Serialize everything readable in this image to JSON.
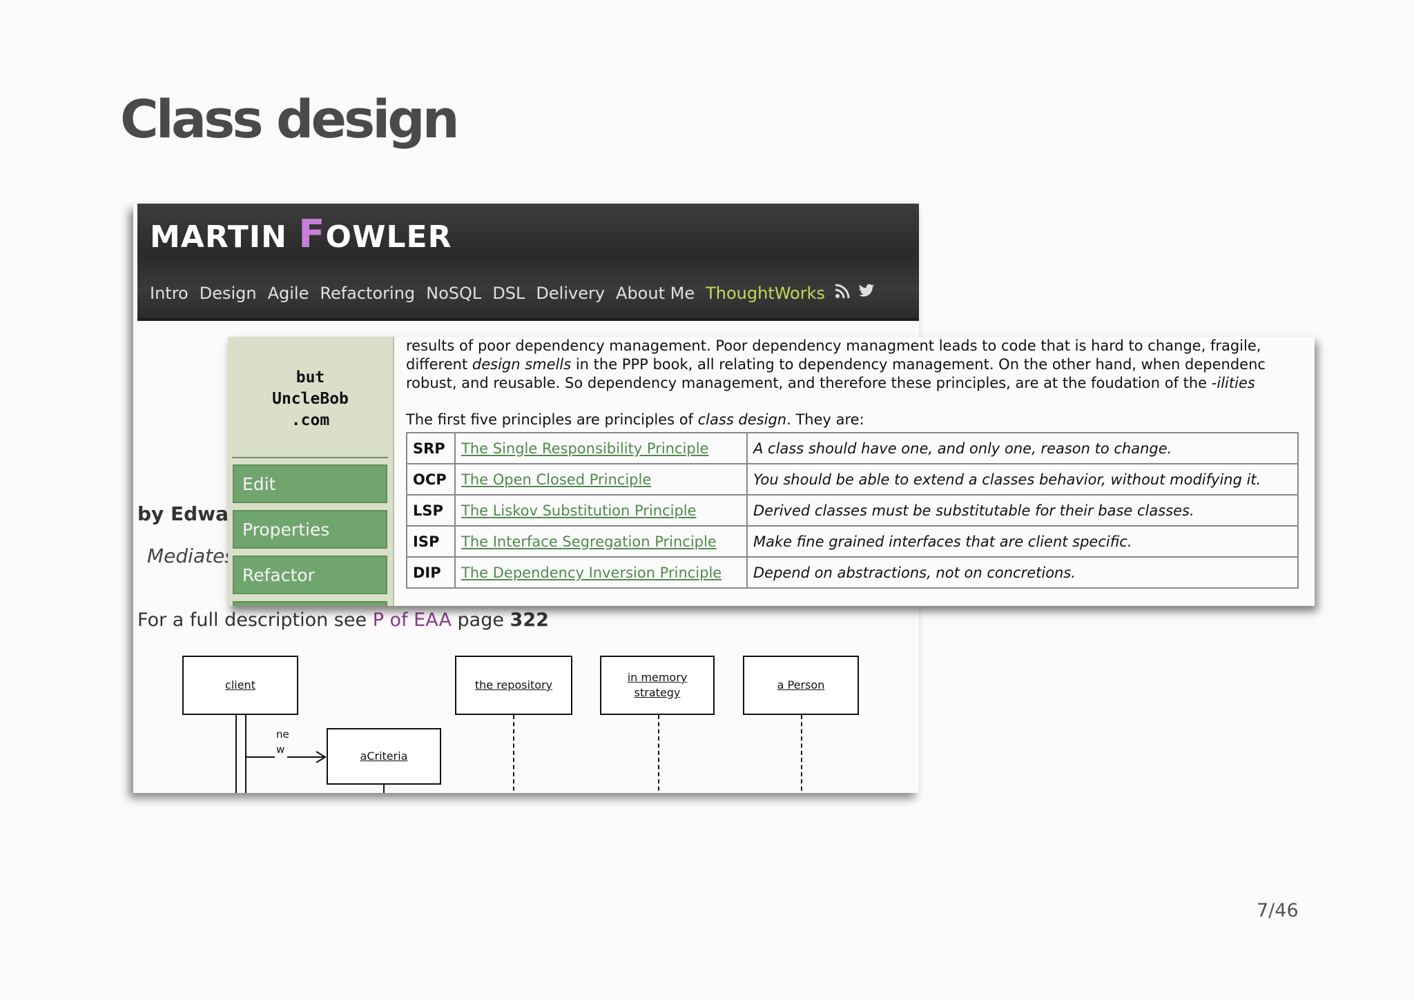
{
  "slide": {
    "title": "Class design",
    "page_number": "7/46"
  },
  "fowler": {
    "logo_initial_1": "MARTIN ",
    "logo_f": "F",
    "logo_rest": "OWLER",
    "nav": [
      "Intro",
      "Design",
      "Agile",
      "Refactoring",
      "NoSQL",
      "DSL",
      "Delivery",
      "About Me"
    ],
    "nav_highlight": "ThoughtWorks",
    "nav_icons": [
      "rss-icon",
      "twitter-icon"
    ],
    "byline": "by Edwa",
    "mediates": "Mediates",
    "full_desc_prefix": "For a full description see ",
    "full_desc_link": "P of EAA",
    "full_desc_middle": " page ",
    "full_desc_page": "322",
    "uml": {
      "client": "client",
      "repository": "the repository",
      "memory_1": "in memory",
      "memory_2": "strategy",
      "person": "a Person",
      "criteria": "aCriteria",
      "new_1": "ne",
      "new_2": "w"
    }
  },
  "unclebob": {
    "logo_1": "but",
    "logo_2": "UncleBob",
    "logo_3": ".com",
    "buttons": [
      "Edit",
      "Properties",
      "Refactor"
    ],
    "para_line_1": "results of poor dependency management. Poor dependency managment leads to code that is hard to change, fragile,",
    "para_line_2a": "different ",
    "para_line_2b": "design smells",
    "para_line_2c": " in the PPP book, all relating to dependency management. On the other hand, when dependenc",
    "para_line_3a": "robust, and reusable. So dependency management, and therefore these principles, are at the foudation of the ",
    "para_line_3b": "-ilities",
    "intro_a": "The first five principles are principles of ",
    "intro_b": "class design",
    "intro_c": ". They are:",
    "principles": [
      {
        "abbr": "SRP",
        "name": "The Single Responsibility Principle",
        "desc": "A class should have one, and only one, reason to change."
      },
      {
        "abbr": "OCP",
        "name": "The Open Closed Principle",
        "desc": "You should be able to extend a classes behavior, without modifying it."
      },
      {
        "abbr": "LSP",
        "name": "The Liskov Substitution Principle",
        "desc": "Derived classes must be substitutable for their base classes."
      },
      {
        "abbr": "ISP",
        "name": "The Interface Segregation Principle",
        "desc": "Make fine grained interfaces that are client specific."
      },
      {
        "abbr": "DIP",
        "name": "The Dependency Inversion Principle",
        "desc": "Depend on abstractions, not on concretions."
      }
    ]
  }
}
